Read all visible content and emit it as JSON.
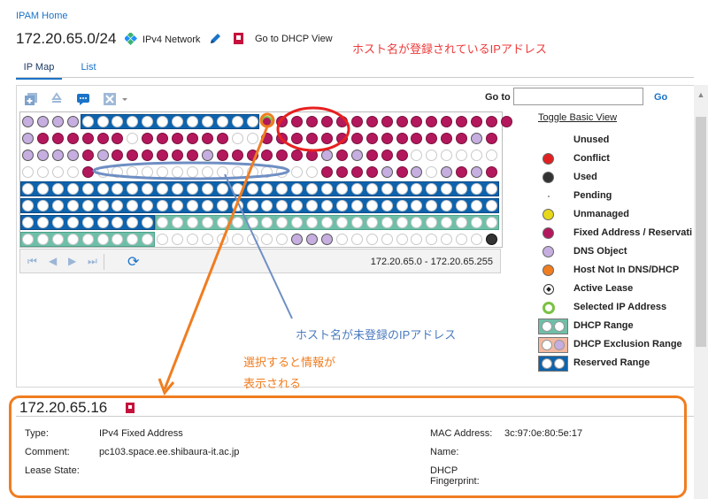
{
  "header": {
    "home_link": "IPAM Home",
    "network": "172.20.65.0/24",
    "network_type": "IPv4 Network",
    "dhcp_link": "Go to DHCP View"
  },
  "tabs": [
    {
      "label": "IP Map",
      "active": true
    },
    {
      "label": "List",
      "active": false
    }
  ],
  "toolbar": {
    "icons": [
      "add-icon",
      "recycle-icon",
      "comment-icon",
      "delete-icon",
      "dropdown-arrow-icon"
    ],
    "goto_label": "Go to",
    "goto_value": "",
    "goto_button": "Go"
  },
  "ip_map": {
    "rows": [
      [
        "dns",
        "dns",
        "dns",
        "dns",
        "un",
        "un",
        "un",
        "un",
        "un",
        "un",
        "un",
        "un",
        "un",
        "un",
        "un",
        "un",
        "sel",
        "used",
        "used",
        "used",
        "used",
        "used",
        "used",
        "used",
        "used",
        "used",
        "used",
        "used",
        "used",
        "used",
        "used",
        "used",
        "used"
      ],
      [
        "dns",
        "used",
        "used",
        "used",
        "used",
        "used",
        "used",
        "un",
        "used",
        "used",
        "used",
        "used",
        "used",
        "used",
        "un",
        "un",
        "used",
        "used",
        "used",
        "used",
        "used",
        "used",
        "used",
        "used",
        "used",
        "used",
        "used",
        "used",
        "used",
        "used",
        "dns",
        "used"
      ],
      [
        "dns",
        "dns",
        "dns",
        "dns",
        "used",
        "dns",
        "used",
        "used",
        "used",
        "used",
        "used",
        "used",
        "dns",
        "used",
        "used",
        "used",
        "used",
        "used",
        "used",
        "used",
        "dns",
        "used",
        "dns",
        "used",
        "used",
        "used",
        "un",
        "un",
        "un",
        "un",
        "un",
        "un"
      ],
      [
        "un",
        "un",
        "un",
        "un",
        "used",
        "un",
        "un",
        "un",
        "un",
        "un",
        "un",
        "un",
        "un",
        "un",
        "un",
        "un",
        "un",
        "un",
        "un",
        "un",
        "used",
        "used",
        "used",
        "used",
        "dns",
        "used",
        "dns",
        "un",
        "dns",
        "used",
        "dns",
        "used"
      ],
      [
        "un",
        "un",
        "un",
        "un",
        "un",
        "un",
        "un",
        "un",
        "un",
        "un",
        "un",
        "un",
        "un",
        "un",
        "un",
        "un",
        "un",
        "un",
        "un",
        "un",
        "un",
        "un",
        "un",
        "un",
        "un",
        "un",
        "un",
        "un",
        "un",
        "un",
        "un",
        "un"
      ],
      [
        "un",
        "un",
        "un",
        "un",
        "un",
        "un",
        "un",
        "un",
        "un",
        "un",
        "un",
        "un",
        "un",
        "un",
        "un",
        "un",
        "un",
        "un",
        "un",
        "un",
        "un",
        "un",
        "un",
        "un",
        "un",
        "un",
        "un",
        "un",
        "un",
        "un",
        "un",
        "un"
      ],
      [
        "un",
        "un",
        "un",
        "un",
        "un",
        "un",
        "un",
        "un",
        "un",
        "un",
        "un",
        "un",
        "un",
        "un",
        "un",
        "un",
        "un",
        "un",
        "un",
        "un",
        "un",
        "un",
        "un",
        "un",
        "un",
        "un",
        "un",
        "un",
        "un",
        "un",
        "un",
        "un"
      ],
      [
        "un",
        "un",
        "un",
        "un",
        "un",
        "un",
        "un",
        "un",
        "un",
        "un",
        "un",
        "un",
        "un",
        "un",
        "un",
        "un",
        "un",
        "un",
        "dns",
        "dns",
        "dns",
        "un",
        "un",
        "un",
        "un",
        "un",
        "un",
        "un",
        "un",
        "un",
        "un",
        "dark"
      ]
    ],
    "range_text": "172.20.65.0 - 172.20.65.255",
    "toggle_view": "Toggle Basic View"
  },
  "legend": [
    {
      "label": "Unused",
      "icon": "unused-icon"
    },
    {
      "label": "Conflict",
      "icon": "conflict-icon",
      "color": "#e02020"
    },
    {
      "label": "Used",
      "icon": "used-icon",
      "color": "#333333"
    },
    {
      "label": "Pending",
      "icon": "pending-icon",
      "color": "#888888"
    },
    {
      "label": "Unmanaged",
      "icon": "unmanaged-icon",
      "color": "#e8d81a"
    },
    {
      "label": "Fixed Address / Reservati",
      "icon": "fixed-address-icon",
      "color": "#b4185c"
    },
    {
      "label": "DNS Object",
      "icon": "dns-object-icon",
      "color": "#c6aee0"
    },
    {
      "label": "Host Not In DNS/DHCP",
      "icon": "host-not-in-dns-icon",
      "color": "#f07d20"
    },
    {
      "label": "Active Lease",
      "icon": "active-lease-icon"
    },
    {
      "label": "Selected IP Address",
      "icon": "selected-ip-icon",
      "color": "#7ac142"
    },
    {
      "label": "DHCP Range",
      "icon": "dhcp-range-icon",
      "color": "#6fbfa8"
    },
    {
      "label": "DHCP Exclusion Range",
      "icon": "dhcp-exclusion-range-icon",
      "color": "#f2b8a0"
    },
    {
      "label": "Reserved Range",
      "icon": "reserved-range-icon",
      "color": "#0e63ad"
    }
  ],
  "annotations": {
    "registered": "ホスト名が登録されているIPアドレス",
    "unregistered": "ホスト名が未登録のIPアドレス",
    "select_line1": "選択すると情報が",
    "select_line2": "表示される"
  },
  "details": {
    "ip": "172.20.65.16",
    "type_label": "Type:",
    "type_value": "IPv4 Fixed Address",
    "comment_label": "Comment:",
    "comment_value": "pc103.space.ee.shibaura-it.ac.jp",
    "lease_label": "Lease State:",
    "mac_label": "MAC Address:",
    "mac_value": "3c:97:0e:80:5e:17",
    "name_label": "Name:",
    "fingerprint_label_1": "DHCP",
    "fingerprint_label_2": "Fingerprint:"
  }
}
